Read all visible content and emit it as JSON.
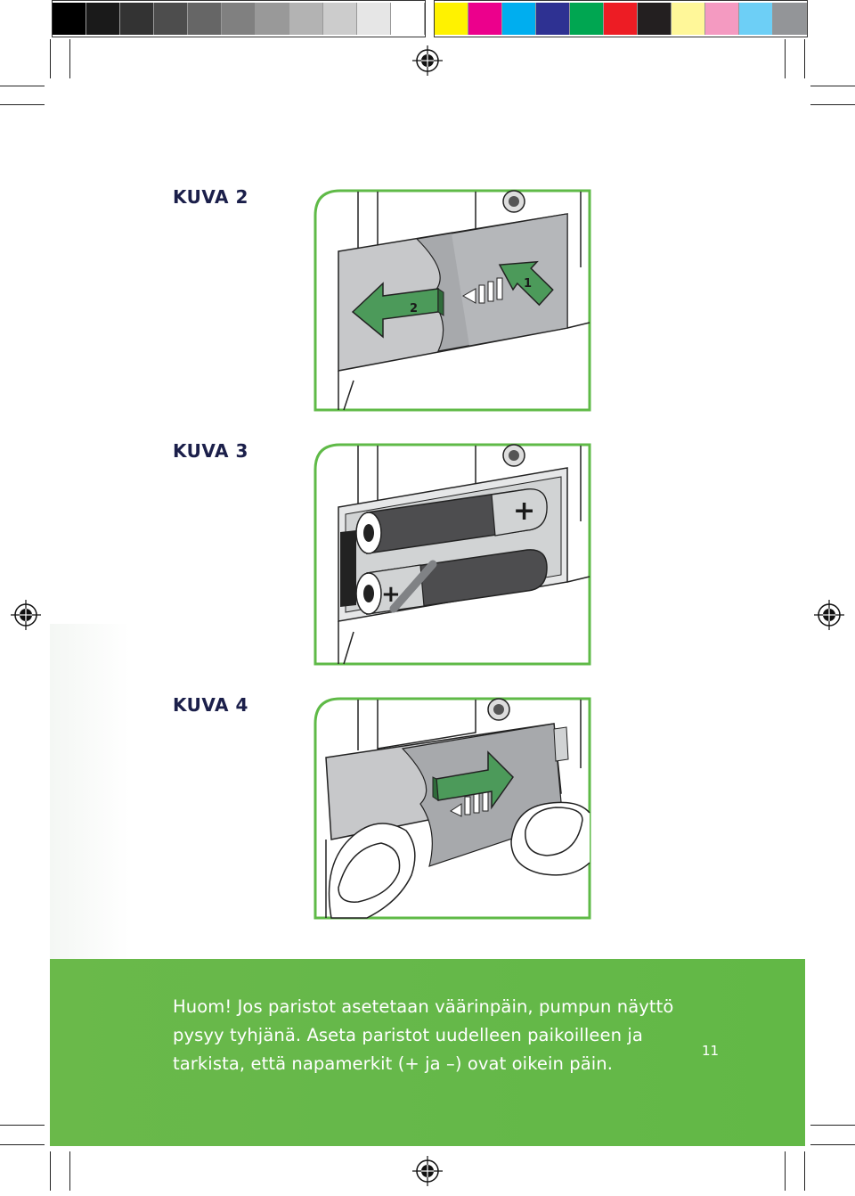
{
  "colors": {
    "gray_swatches": [
      "#000000",
      "#1a1a1a",
      "#333333",
      "#4d4d4d",
      "#666666",
      "#808080",
      "#999999",
      "#b3b3b3",
      "#cccccc",
      "#e6e6e6",
      "#ffffff"
    ],
    "color_swatches": [
      "#fff200",
      "#ec008c",
      "#00aeef",
      "#2e3192",
      "#00a651",
      "#ed1c24",
      "#231f20",
      "#fff799",
      "#f49ac1",
      "#6dcff6",
      "#939598"
    ],
    "frame_green": "#5fba47",
    "arrow_green": "#4c9a5a",
    "panel_green": "#66b84a"
  },
  "figures": [
    {
      "label": "KUVA 2",
      "arrow_numbers": [
        "2",
        "1"
      ]
    },
    {
      "label": "KUVA 3",
      "battery_marks": [
        "+",
        "+"
      ]
    },
    {
      "label": "KUVA 4"
    }
  ],
  "note": {
    "line1": "Huom! Jos paristot asetetaan väärinpäin, pumpun näyttö",
    "line2": "pysyy tyhjänä. Aseta paristot uudelleen paikoilleen ja",
    "line3": "tarkista, että napamerkit (+ ja –) ovat oikein päin."
  },
  "page_number": "11"
}
